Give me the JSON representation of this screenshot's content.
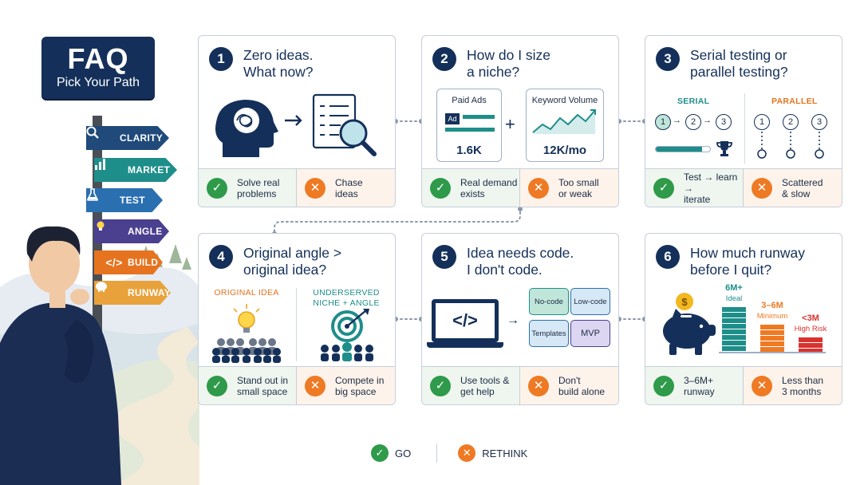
{
  "faq": {
    "title": "FAQ",
    "subtitle": "Pick Your Path"
  },
  "signs": [
    {
      "label": "CLARITY",
      "icon": "search-icon",
      "color": "#1f4a7a"
    },
    {
      "label": "MARKET",
      "icon": "bar-chart-icon",
      "color": "#1e8e8a"
    },
    {
      "label": "TEST",
      "icon": "flask-icon",
      "color": "#2a6fb0"
    },
    {
      "label": "ANGLE",
      "icon": "lightbulb-icon",
      "color": "#4b3f8f"
    },
    {
      "label": "BUILD",
      "icon": "code-icon",
      "color": "#e5731f"
    },
    {
      "label": "RUNWAY",
      "icon": "piggy-bank-icon",
      "color": "#e9a23b"
    }
  ],
  "colors": {
    "navy": "#14305a",
    "go": "#2e9a4a",
    "rethink": "#ee7a24",
    "teal": "#1e8e8a"
  },
  "cards": [
    {
      "num": "1",
      "question": "Zero ideas.\nWhat now?",
      "go": "Solve real\nproblems",
      "rethink": "Chase\nideas"
    },
    {
      "num": "2",
      "question": "How do I size\na niche?",
      "paid_label": "Paid Ads",
      "paid_badge": "Ad",
      "paid_value": "1.6K",
      "kw_label": "Keyword Volume",
      "kw_value": "12K/mo",
      "go": "Real demand\nexists",
      "rethink": "Too small\nor weak"
    },
    {
      "num": "3",
      "question": "Serial testing or\nparallel testing?",
      "serial_label": "SERIAL",
      "parallel_label": "PARALLEL",
      "steps": [
        "1",
        "2",
        "3"
      ],
      "serial_progress": 0.85,
      "go": "Test → learn →\niterate",
      "rethink": "Scattered\n& slow"
    },
    {
      "num": "4",
      "question": "Original angle >\noriginal idea?",
      "left_label": "ORIGINAL IDEA",
      "right_label": "UNDERSERVED\nNICHE + ANGLE",
      "go": "Stand out in\nsmall space",
      "rethink": "Compete in\nbig space"
    },
    {
      "num": "5",
      "question": "Idea needs code.\nI don't code.",
      "code_glyph": "</>",
      "pieces": [
        "No-code",
        "Low-code",
        "Templates",
        "MVP"
      ],
      "go": "Use tools &\nget help",
      "rethink": "Don't\nbuild alone"
    },
    {
      "num": "6",
      "question": "How much runway\nbefore I quit?",
      "coin": "$",
      "bars": [
        {
          "value": "6M+",
          "label": "Ideal",
          "color": "#1e8e8a",
          "fill": 1.0
        },
        {
          "value": "3–6M",
          "label": "Minimum",
          "color": "#ee7a24",
          "fill": 0.6
        },
        {
          "value": "<3M",
          "label": "High Risk",
          "color": "#d8322f",
          "fill": 0.33
        }
      ],
      "go": "3–6M+\nrunway",
      "rethink": "Less than\n3 months"
    }
  ],
  "legend": {
    "go": "GO",
    "rethink": "RETHINK"
  }
}
